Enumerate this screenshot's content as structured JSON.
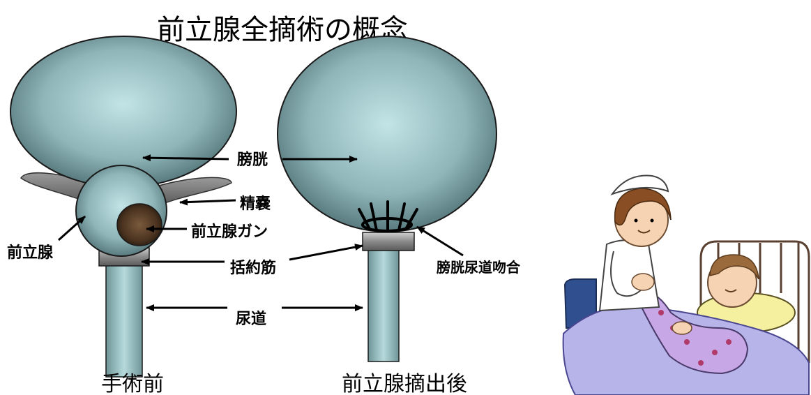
{
  "title": "前立腺全摘術の概念",
  "labels": {
    "bladder": "膀胱",
    "seminal_vesicle": "精嚢",
    "prostate_cancer": "前立腺ガン",
    "prostate": "前立腺",
    "sphincter": "括約筋",
    "urethra": "尿道",
    "anastomosis": "膀胱尿道吻合"
  },
  "captions": {
    "before": "手術前",
    "after": "前立腺摘出後"
  },
  "colors": {
    "organ_light": "#bfe2e4",
    "organ_dark": "#46686c",
    "band": "#8a8a8a",
    "cancer": "#5a4028"
  },
  "illustration": "nurse-holding-patient-hand-in-bed"
}
